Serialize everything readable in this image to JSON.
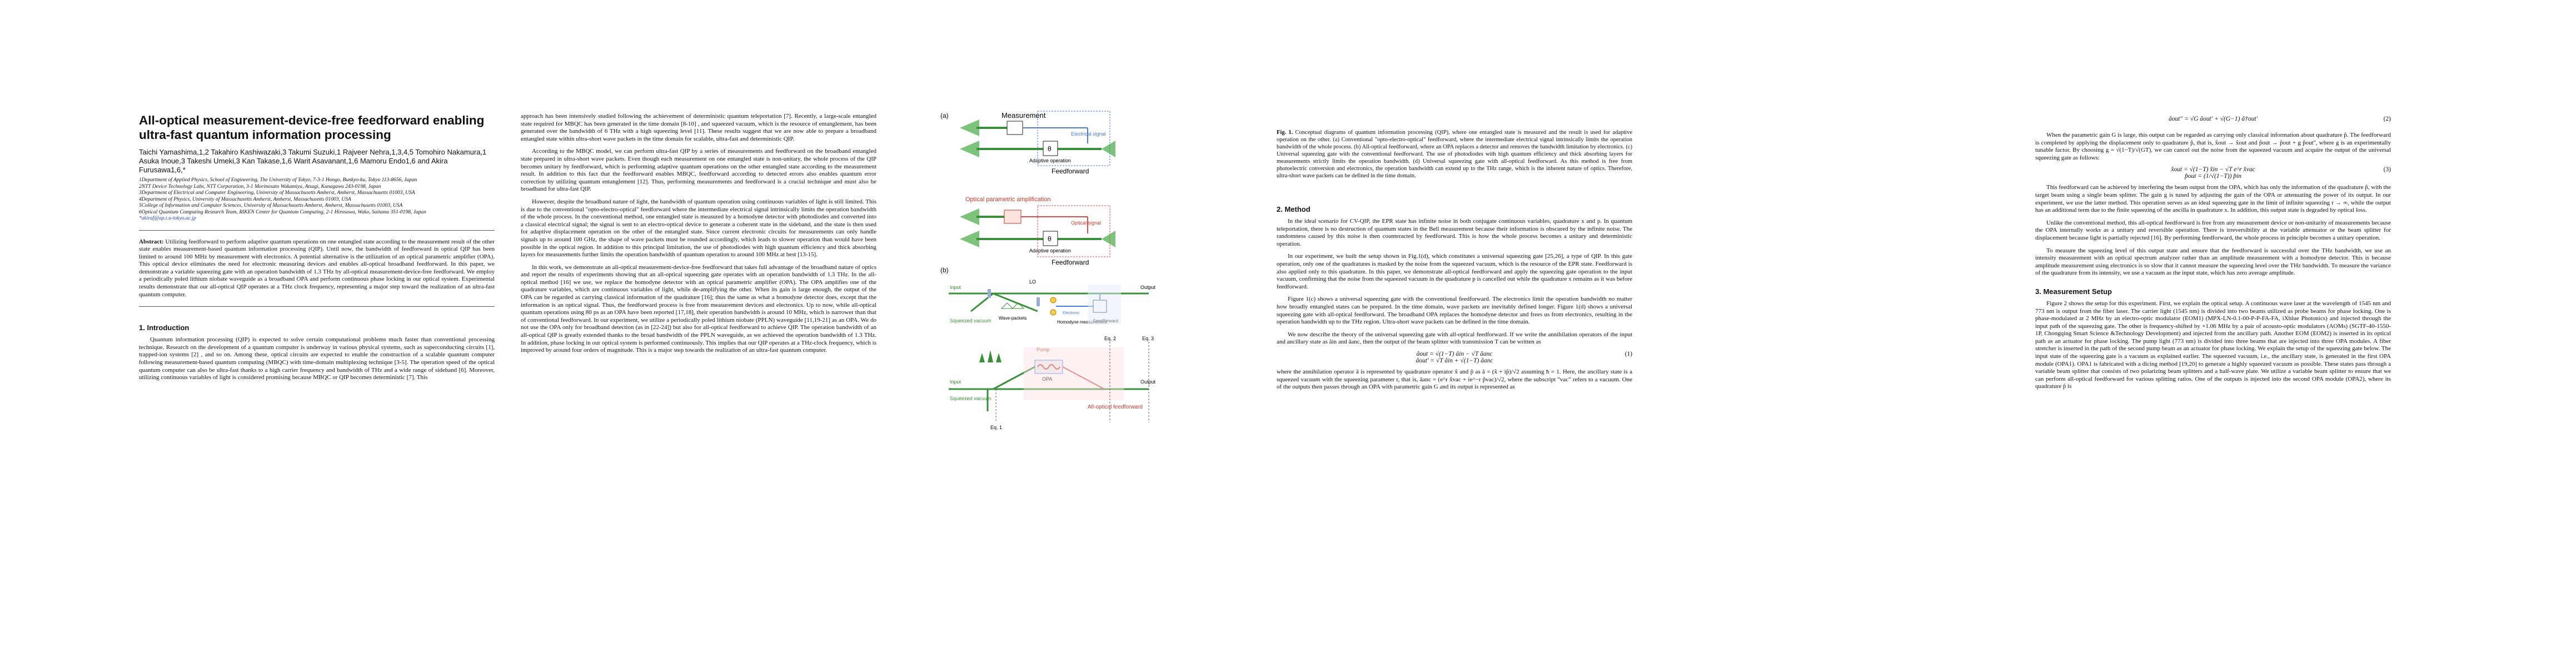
{
  "title": "All-optical measurement-device-free feedforward enabling ultra-fast quantum information processing",
  "authors": "Taichi Yamashima,1,2 Takahiro Kashiwazaki,3 Takumi Suzuki,1 Rajveer Nehra,1,3,4,5 Tomohiro Nakamura,1 Asuka Inoue,3 Takeshi Umeki,3 Kan Takase,1,6 Warit Asavanant,1,6 Mamoru Endo1,6 and Akira Furusawa1,6,*",
  "affiliations": [
    "1Department of Applied Physics, School of Engineering, The University of Tokyo, 7-3-1 Hongo, Bunkyo-ku, Tokyo 113-8656, Japan",
    "2NTT Device Technology Labs, NTT Corporation, 3-1 Morinosato Wakamiya, Atsugi, Kanagawa 243-0198, Japan",
    "3Department of Electrical and Computer Engineering, University of Massachusetts Amherst, Amherst, Massachusetts 01003, USA",
    "4Department of Physics, University of Massachusetts Amherst, Amherst, Massachusetts 01003, USA",
    "5College of Information and Computer Sciences, University of Massachusetts Amherst, Amherst, Massachusetts 01003, USA",
    "6Optical Quantum Computing Research Team, RIKEN Center for Quantum Computing, 2-1 Hirosawa, Wako, Saitama 351-0198, Japan"
  ],
  "email": "*akiraf@ap.t.u-tokyo.ac.jp",
  "abstract_label": "Abstract:",
  "abstract": "Utilizing feedforward to perform adaptive quantum operations on one entangled state according to the measurement result of the other state enables measurement-based quantum information processing (QIP). Until now, the bandwidth of feedforward in optical QIP has been limited to around 100 MHz by measurement with electronics. A potential alternative is the utilization of an optical parametric amplifier (OPA). This optical device eliminates the need for electronic measuring devices and enables all-optical broadband feedforward. In this paper, we demonstrate a variable squeezing gate with an operation bandwidth of 1.3 THz by all-optical measurement-device-free feedforward. We employ a periodically poled lithium niobate waveguide as a broadband OPA and perform continuous phase locking in our optical system. Experimental results demonstrate that our all-optical QIP operates at a THz clock frequency, representing a major step toward the realization of an ultra-fast quantum computer.",
  "sec1": "1.   Introduction",
  "c1_body": [
    "Quantum information processing (QIP) is expected to solve certain computational problems much faster than conventional processing technique. Research on the development of a quantum computer is underway in various physical systems, such as superconducting circuits [1], trapped-ion systems [2] , and so on. Among these, optical circuits are expected to enable the construction of a scalable quantum computer following measurement-based quantum computing (MBQC) with time-domain multiplexing technique [3-5]. The operation speed of the optical quantum computer can also be ultra-fast thanks to a high carrier frequency and bandwidth of THz and a wide range of sideband [6]. Moreover, utilizing continuous variables of light is considered promising because MBQC or QIP becomes deterministic [7]. This"
  ],
  "c2_body": [
    "approach has been intensively studied following the achievement of deterministic quantum teleportation [7]. Recently, a large-scale entangled state required for MBQC has been generated in the time domain [8-10] , and squeezed vacuum, which is the resource of entanglement, has been generated over the bandwidth of 6 THz with a high squeezing level [11]. These results suggest that we are now able to prepare a broadband entangled state within ultra-short wave packets in the time domain for scalable, ultra-fast and deterministic QIP.",
    "According to the MBQC model, we can perform ultra-fast QIP by a series of measurements and feedforward on the broadband entangled state prepared in ultra-short wave packets. Even though each measurement on one entangled state is non-unitary, the whole process of the QIP becomes unitary by feedforward, which is performing adaptive quantum operations on the other entangled state according to the measurement result. In addition to this fact that the feedforward enables MBQC, feedforward according to detected errors also enables quantum error correction by utilizing quantum entanglement [12]. Thus, performing measurements and feedforward is a crucial technique and must also be broadband for ultra-fast QIP.",
    "However, despite the broadband nature of light, the bandwidth of quantum operation using continuous variables of light is still limited. This is due to the conventional \"opto-electro-optical\" feedforward where the intermediate electrical signal intrinsically limits the operation bandwidth of the whole process. In the conventional method, one entangled state is measured by a homodyne detector with photodiodes and converted into a classical electrical signal; the signal is sent to an electro-optical device to generate a coherent state in the sideband, and the state is then used for adaptive displacement operation on the other of the entangled state. Since current electronic circuits for measurements can only handle signals up to around 100 GHz, the shape of wave packets must be rounded accordingly, which leads to slower operation than would have been possible in the optical region. In addition to this principal limitation, the use of photodiodes with high quantum efficiency and thick absorbing layers for measurements further limits the operation bandwidth of quantum operation to around 100 MHz at best [13-15].",
    "In this work, we demonstrate an all-optical measurement-device-free feedforward that takes full advantage of the broadband nature of optics and report the results of experiments showing that an all-optical squeezing gate operates with an operation bandwidth of 1.3 THz. In the all-optical method [16] we use, we replace the homodyne detector with an optical parametric amplifier (OPA). The OPA amplifies one of the quadrature variables, which are continuous variables of light, while de-amplifying the other. When its gain is large enough, the output of the OPA can be regarded as carrying classical information of the quadrature [16]; thus the same as what a homodyne detector does, except that the information is an optical signal. Thus, the feedforward process is free from measurement devices and electronics. Up to now, while all-optical quantum operations using 80 ps as an OPA have been reported [17,18], their operation bandwidth is around 10 MHz, which is narrower than that of conventional feedforward. In our experiment, we utilize a periodically poled lithium niobate (PPLN) waveguide [11,19-21] as an OPA. We do not use the OPA only for broadband detection (as in [22-24]) but also for all-optical feedforward to achieve QIP. The operation bandwidth of an all-optical QIP is greatly extended thanks to the broad bandwidth of the PPLN waveguide, as we achieved the operation bandwidth of 1.3 THz. In addition, phase locking in our optical system is performed continuously. This implies that our QIP operates at a THz-clock frequency, which is improved by around four orders of magnitude. This is a major step towards the realization of an ultra-fast quantum computer."
  ],
  "figure": {
    "label_a": "(a)",
    "label_b": "(b)",
    "measurement": "Measurement",
    "electrical_signal": "Electrical signal",
    "adaptive_operation": "Adaptive operation",
    "feedforward": "Feedforward",
    "opa_label": "Optical parametric amplification",
    "optical_signal": "Optical signal",
    "input": "Input",
    "output": "Output",
    "lo": "LO",
    "wave_packets": "Wave-packets",
    "homodyne": "Homodyne measurement",
    "feedforward_b": "Feedforward",
    "squeezed_vacuum": "Squeezed vacuum",
    "eq2": "Eq. 2",
    "eq3": "Eq. 3",
    "eq1": "Eq. 1",
    "pump": "Pump",
    "opa": "OPA",
    "all_optical_ff": "All-optical feedforward",
    "electronic": "Electronic",
    "theta": "θ"
  },
  "caption_label": "Fig. 1.",
  "caption": "Conceptual diagrams of quantum information processing (QIP), where one entangled state is measured and the result is used for adaptive operation on the other. (a) Conventional \"opto-electro-optical\" feedforward, where the intermediate electrical signal intrinsically limits the operation bandwidth of the whole process. (b) All-optical feedforward, where an OPA replaces a detector and removes the bandwidth limitation by electronics. (c) Universal squeezing gate with the conventional feedforward. The use of photodiodes with high quantum efficiency and thick absorbing layers for measurements strictly limits the operation bandwidth. (d) Universal squeezing gate with all-optical feedforward. As this method is free from photoelectric conversion and electronics, the operation bandwidth can extend up to the THz range, which is the inherent nature of optics. Therefore, ultra-short wave packets can be defined in the time domain.",
  "sec2": "2.   Method",
  "c4_body1": [
    "In the ideal scenario for CV-QIP, the EPR state has infinite noise in both conjugate continuous variables, quadrature x and p. In quantum teleportation, there is no destruction of quantum states in the Bell measurement because their information is obscured by the infinite noise. The randomness caused by this noise is then counteracted by feedforward. This is how the whole process becomes a unitary and deterministic operation.",
    "In our experiment, we built the setup shown in Fig.1(d), which constitutes a universal squeezing gate [25,26], a type of QIP. In this gate operation, only one of the quadratures is masked by the noise from the squeezed vacuum, which is the resource of the EPR state. Feedforward is also applied only to this quadrature. In this paper, we demonstrate all-optical feedforward and apply the squeezing gate operation to the input vacuum, confirming that the noise from the squeezed vacuum in the quadrature p is cancelled out while the quadrature x remains as it was before feedforward.",
    "Figure 1(c) shows a universal squeezing gate with the conventional feedforward. The electronics limit the operation bandwidth no matter how broadly entangled states can be prepared. In the time domain, wave packets are inevitably defined longer. Figure 1(d) shows a universal squeezing gate with all-optical feedforward. The broadband OPA replaces the homodyne detector and frees us from electronics, resulting in the operation bandwidth up to the THz region. Ultra-short wave packets can be defined in the time domain.",
    "We now describe the theory of the universal squeezing gate with all-optical feedforward. If we write the annihilation operators of the input and ancillary state as âin and âanc, then the output of the beam splitter with transmission T can be written as"
  ],
  "eq1_line1": "âout = √(1−T) âin − √T âanc",
  "eq1_line2": "âout' = √T âin + √(1−T) âanc",
  "eq1_num": "(1)",
  "c4_body2": [
    "where the annihilation operator â is represented by quadrature operator x̂ and p̂ as â = (x̂ + ip̂)/√2 assuming ħ = 1. Here, the ancillary state is a squeezed vacuum with the squeezing parameter r, that is, âanc = (e^r x̂vac + ie^−r p̂vac)/√2, where the subscript \"vac\" refers to a vacuum. One of the outputs then passes through an OPA with parametric gain G and its output is represented as"
  ],
  "eq2_line": "âout'' = √G âout' + √(G−1) â†out'",
  "eq2_num": "(2)",
  "c6_body1": [
    "When the parametric gain G is large, this output can be regarded as carrying only classical information about quadrature p̂. The feedforward is completed by applying the displacement only to quadrature p̂, that is, x̂out → x̂out and p̂out → p̂out + g p̂out'', where g is an experimentally tunable factor. By choosing g = √(1−T)/√(GT), we can cancel out the noise from the squeezed vacuum and acquire the output of the universal squeezing gate as follows:"
  ],
  "eq3_line1": "x̂out = √(1−T) x̂in − √T e^r x̂vac",
  "eq3_line2": "p̂out = (1/√(1−T)) p̂in",
  "eq3_num": "(3)",
  "c6_body2": [
    "This feedforward can be achieved by interfering the beam output from the OPA, which has only the information of the quadrature p̂, with the target beam using a single beam splitter. The gain g is tuned by adjusting the gain of the OPA or attenuating the power of its output. In our experiment, we use the latter method. This operation serves as an ideal squeezing gate in the limit of infinite squeezing r → ∞, while the output has an additional term due to the finite squeezing of the ancilla in quadrature x. In addition, this output state is degraded by optical loss.",
    "Unlike the conventional method, this all-optical feedforward is free from any measurement device or non-unitarity of measurements because the OPA internally works as a unitary and reversible operation. There is irreversibility at the variable attenuator or the beam splitter for displacement because light is partially rejected [16]. By performing feedforward, the whole process in principle becomes a unitary operation.",
    "To measure the squeezing level of this output state and ensure that the feedforward is successful over the THz bandwidth, we use an intensity measurement with an optical spectrum analyzer rather than an amplitude measurement with a homodyne detector. This is because amplitude measurement using electronics is so slow that it cannot measure the squeezing level over the THz bandwidth. To measure the variance of the quadrature from its intensity, we use a vacuum as the input state, which has zero average amplitude."
  ],
  "sec3": "3.   Measurement Setup",
  "c6_body3": [
    "Figure 2 shows the setup for this experiment. First, we explain the optical setup. A continuous wave laser at the wavelength of 1545 nm and 773 nm is output from the fiber laser. The carrier light (1545 nm) is divided into two beams utilized as probe beams for phase locking. One is phase-modulated at 2 MHz by an electro-optic modulator (EOM1) (MPX-LN-0.1-00-P-P-FA-FA, iXblue Photonics) and injected through the input path of the squeezing gate. The other is frequency-shifted by +1.06 MHz by a pair of acousto-optic modulators (AOMs) (SGTF-40-1550-1P, Chongqing Smart Science &Technology Development) and injected from the ancillary path. Another EOM (EOM2) is inserted in its optical path as an actuator for phase locking. The pump light (773 nm) is divided into three beams that are injected into three OPA modules. A fiber stretcher is inserted in the path of the second pump beam as an actuator for phase locking. We explain the setup of the squeezing gate below. The input state of the squeezing gate is a vacuum as explained earlier. The squeezed vacuum, i.e., the ancillary state, is generated in the first OPA module (OPA1). OPA1 is fabricated with a dicing method [19,20] to generate a highly squeezed vacuum as possible. These states pass through a variable beam splitter that consists of two polarizing beam splitters and a half-wave plate. We utilize a variable beam splitter to ensure that we can perform all-optical feedforward for various splitting ratios. One of the outputs is injected into the second OPA module (OPA2), where its quadrature p̂ is"
  ]
}
